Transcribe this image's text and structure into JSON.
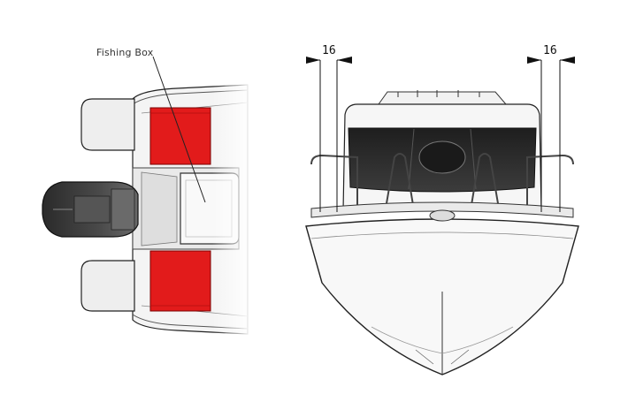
{
  "callout": {
    "fishing_box_label": "Fishing Box"
  },
  "dimensions": {
    "left_value": "16",
    "right_value": "16"
  },
  "colors": {
    "highlight": "#e21b1b",
    "hull_fill": "#f6f6f6",
    "outline": "#222222",
    "engine": "#3a3a3a",
    "glass": "#2b2b2b",
    "background": "#ffffff"
  }
}
